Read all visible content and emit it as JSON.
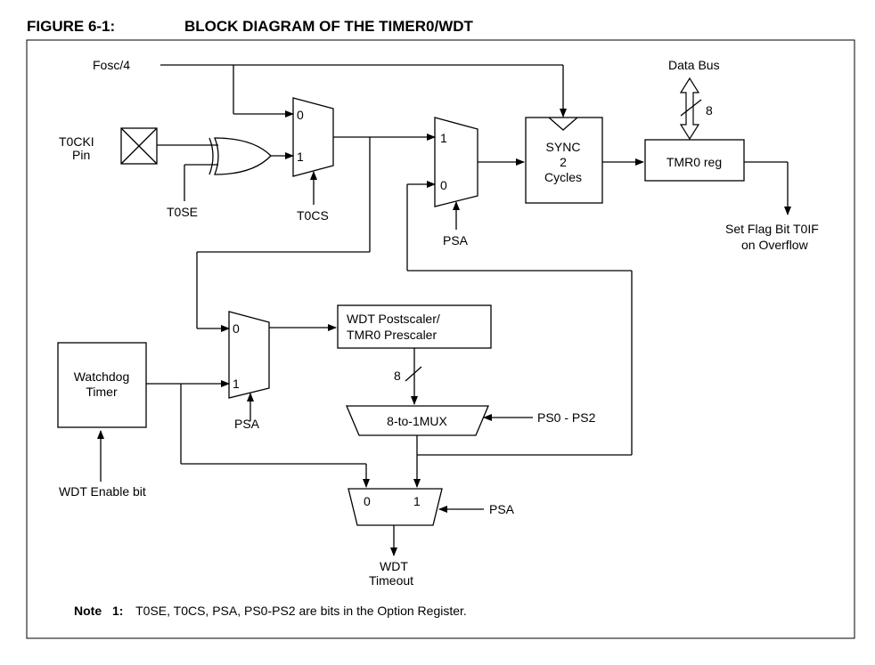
{
  "figure": {
    "number": "FIGURE 6-1:",
    "title": "BLOCK DIAGRAM OF THE TIMER0/WDT"
  },
  "signals": {
    "fosc": "Fosc/4",
    "t0cki_line1": "T0CKI",
    "t0cki_line2": "Pin",
    "t0se": "T0SE",
    "t0cs": "T0CS",
    "psa_top": "PSA",
    "psa_mid": "PSA",
    "psa_bottom": "PSA",
    "data_bus": "Data Bus",
    "bus_width": "8",
    "prescaler_width": "8",
    "ps0_ps2": "PS0 - PS2",
    "wdt_enable": "WDT Enable bit",
    "overflow_line1": "Set Flag Bit T0IF",
    "overflow_line2": "on Overflow",
    "wdt_timeout_line1": "WDT",
    "wdt_timeout_line2": "Timeout"
  },
  "blocks": {
    "sync_line1": "SYNC",
    "sync_line2": "2",
    "sync_line3": "Cycles",
    "tmr0": "TMR0 reg",
    "postscaler_line1": "WDT Postscaler/",
    "postscaler_line2": "TMR0 Prescaler",
    "watchdog_line1": "Watchdog",
    "watchdog_line2": "Timer",
    "mux8": "8-to-1MUX"
  },
  "mux_inputs": {
    "mux1_in0": "0",
    "mux1_in1": "1",
    "mux2_in1": "1",
    "mux2_in0": "0",
    "mux3_in0": "0",
    "mux3_in1": "1",
    "mux4_in0": "0",
    "mux4_in1": "1"
  },
  "note": {
    "label": "Note",
    "number": "1:",
    "text": "T0SE, T0CS, PSA, PS0-PS2 are bits in the Option Register."
  }
}
